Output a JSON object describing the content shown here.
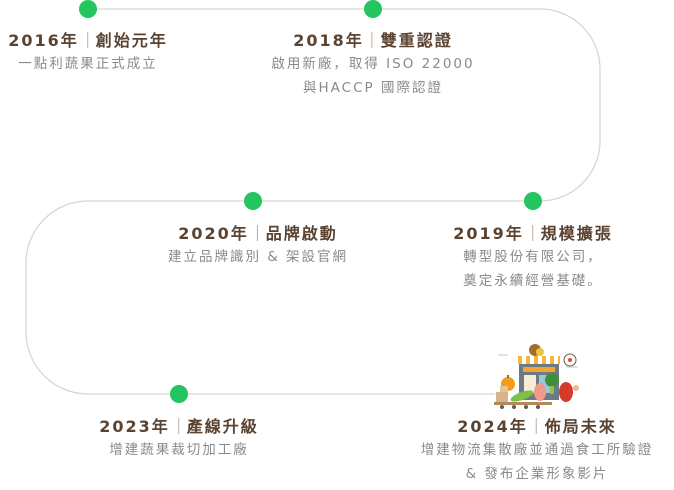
{
  "colors": {
    "accent": "#22c55e",
    "title": "#5b4332",
    "desc": "#8a8a8a",
    "line": "#d6d6d6"
  },
  "events": [
    {
      "year": "2016年",
      "title": "創始元年",
      "desc": [
        "一點利蔬果正式成立"
      ]
    },
    {
      "year": "2018年",
      "title": "雙重認證",
      "desc": [
        "啟用新廠，取得 ISO 22000",
        "與HACCP 國際認證"
      ]
    },
    {
      "year": "2019年",
      "title": "規模擴張",
      "desc": [
        "轉型股份有限公司，",
        "奠定永續經營基礎。"
      ]
    },
    {
      "year": "2020年",
      "title": "品牌啟動",
      "desc": [
        "建立品牌識別 & 架設官網"
      ]
    },
    {
      "year": "2023年",
      "title": "產線升級",
      "desc": [
        "增建蔬果裁切加工廠"
      ]
    },
    {
      "year": "2024年",
      "title": "佈局未來",
      "desc": [
        "增建物流集散廠並通過食工所驗證",
        "& 發布企業形象影片"
      ]
    }
  ],
  "illustration": {
    "icon": "vegetable-shop-illustration"
  }
}
